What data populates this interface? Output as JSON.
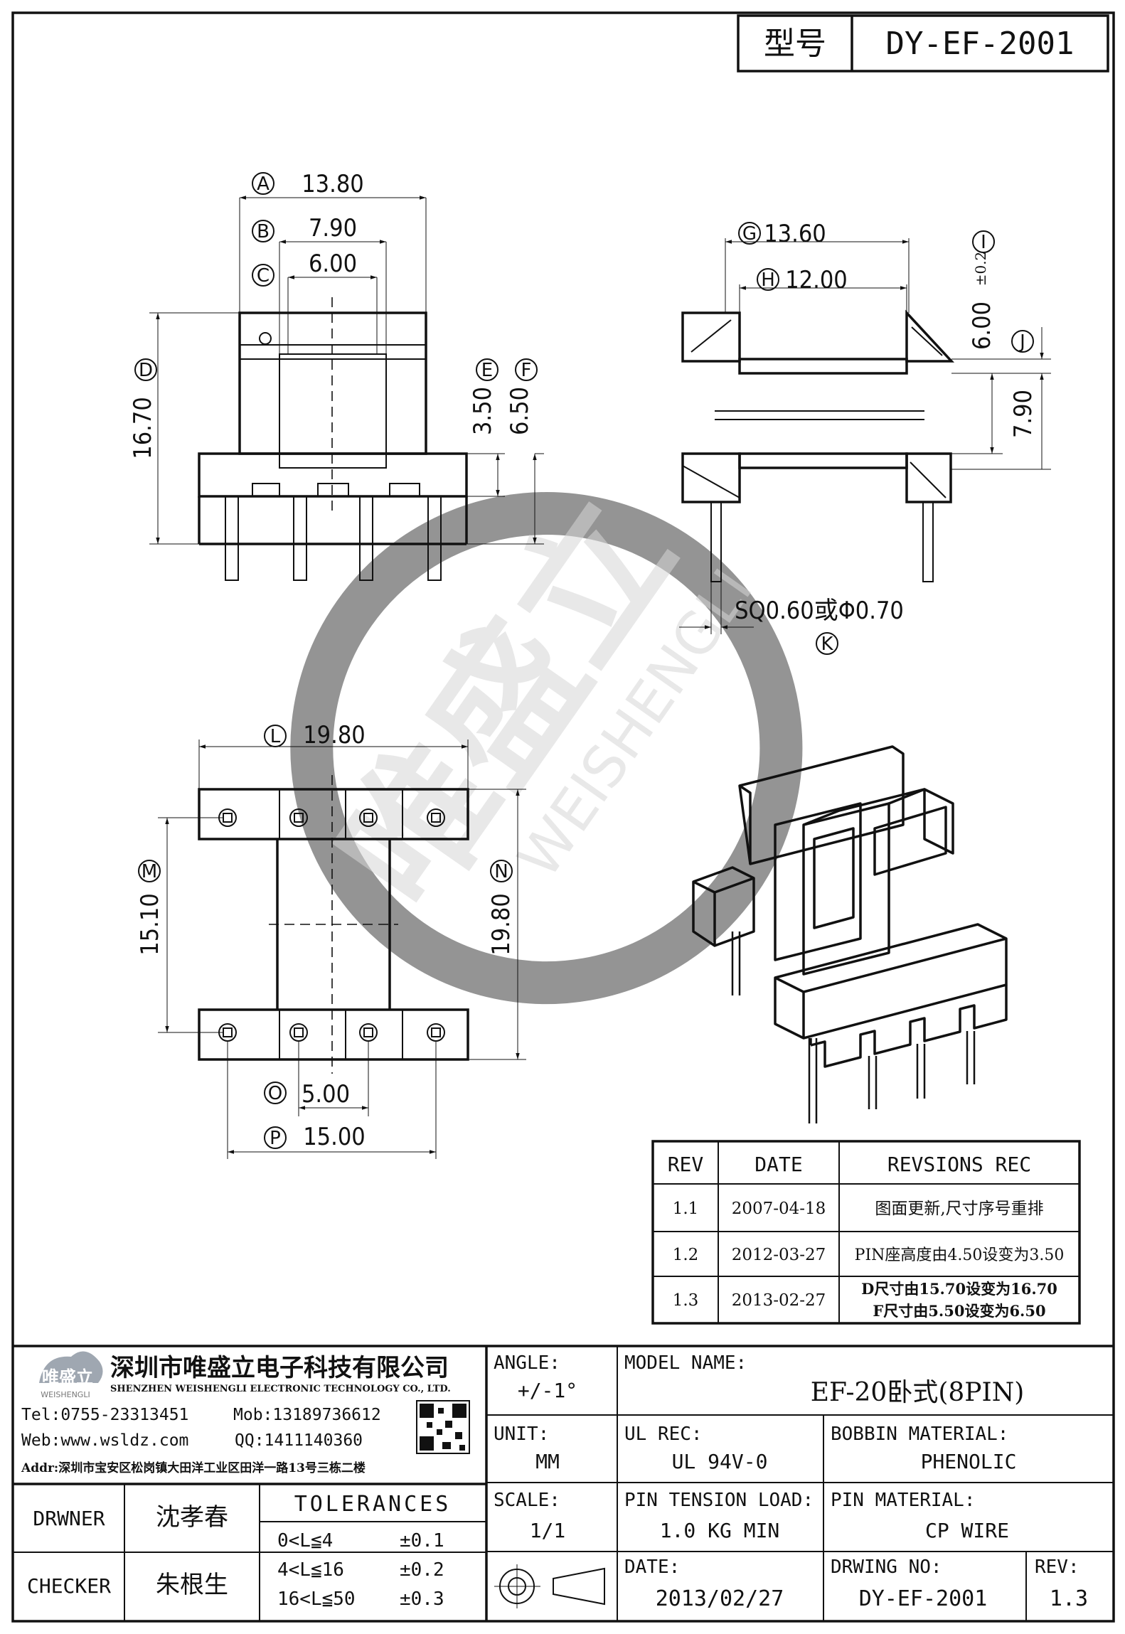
{
  "header": {
    "model_label": "型号",
    "model_value": "DY-EF-2001"
  },
  "dimensions": {
    "A": {
      "label": "A",
      "value": "13.80"
    },
    "B": {
      "label": "B",
      "value": "7.90"
    },
    "C": {
      "label": "C",
      "value": "6.00"
    },
    "D": {
      "label": "D",
      "value": "16.70"
    },
    "E": {
      "label": "E",
      "value": "3.50"
    },
    "F": {
      "label": "F",
      "value": "6.50"
    },
    "G": {
      "label": "G",
      "value": "13.60"
    },
    "H": {
      "label": "H",
      "value": "12.00"
    },
    "I": {
      "label": "I",
      "value": "6.00",
      "tol": "±0.2"
    },
    "J": {
      "label": "J",
      "value": "7.90"
    },
    "K": {
      "label": "K",
      "value": "SQ0.60或Φ0.70"
    },
    "L": {
      "label": "L",
      "value": "19.80"
    },
    "M": {
      "label": "M",
      "value": "15.10"
    },
    "N": {
      "label": "N",
      "value": "19.80"
    },
    "O": {
      "label": "O",
      "value": "5.00"
    },
    "P": {
      "label": "P",
      "value": "15.00"
    }
  },
  "watermark": {
    "cn": "唯盛立",
    "en": "WEISHENGLI"
  },
  "revisions": {
    "headers": [
      "REV",
      "DATE",
      "REVSIONS REC"
    ],
    "rows": [
      {
        "rev": "1.1",
        "date": "2007-04-18",
        "rec": "图面更新,尺寸序号重排",
        "rec2": ""
      },
      {
        "rev": "1.2",
        "date": "2012-03-27",
        "rec": "PIN座高度由4.50设变为3.50",
        "rec2": ""
      },
      {
        "rev": "1.3",
        "date": "2013-02-27",
        "rec": "D尺寸由15.70设变为16.70",
        "rec2": "F尺寸由5.50设变为6.50"
      }
    ]
  },
  "company": {
    "logo_cn": "唯盛立",
    "logo_en": "WEISHENGLI",
    "name_cn": "深圳市唯盛立电子科技有限公司",
    "name_en": "SHENZHEN WEISHENGLI ELECTRONIC TECHNOLOGY CO., LTD.",
    "tel": "Tel:0755-23313451",
    "mob": "Mob:13189736612",
    "web": "Web:www.wsldz.com",
    "qq": "QQ:1411140360",
    "addr": "Addr:深圳市宝安区松岗镇大田洋工业区田洋一路13号三栋二楼"
  },
  "titleblock": {
    "angle_label": "ANGLE:",
    "angle_value": "+/-1°",
    "model_name_label": "MODEL NAME:",
    "model_name_value": "EF-20卧式(8PIN)",
    "unit_label": "UNIT:",
    "unit_value": "MM",
    "ul_label": "UL REC:",
    "ul_value": "UL 94V-0",
    "bobbin_label": "BOBBIN MATERIAL:",
    "bobbin_value": "PHENOLIC",
    "scale_label": "SCALE:",
    "scale_value": "1/1",
    "pin_tension_label": "PIN TENSION LOAD:",
    "pin_tension_value": "1.0 KG MIN",
    "pin_material_label": "PIN MATERIAL:",
    "pin_material_value": "CP WIRE",
    "date_label": "DATE:",
    "date_value": "2013/02/27",
    "drwing_label": "DRWING NO:",
    "drwing_value": "DY-EF-2001",
    "rev_label": "REV:",
    "rev_value": "1.3",
    "drawer_label": "DRWNER",
    "drawer_value": "沈孝春",
    "checker_label": "CHECKER",
    "checker_value": "朱根生",
    "tol_title": "TOLERANCES",
    "tol_rows": [
      {
        "range": "0<L≦4",
        "tol": "±0.1"
      },
      {
        "range": "4<L≦16",
        "tol": "±0.2"
      },
      {
        "range": "16<L≦50",
        "tol": "±0.3"
      }
    ]
  }
}
